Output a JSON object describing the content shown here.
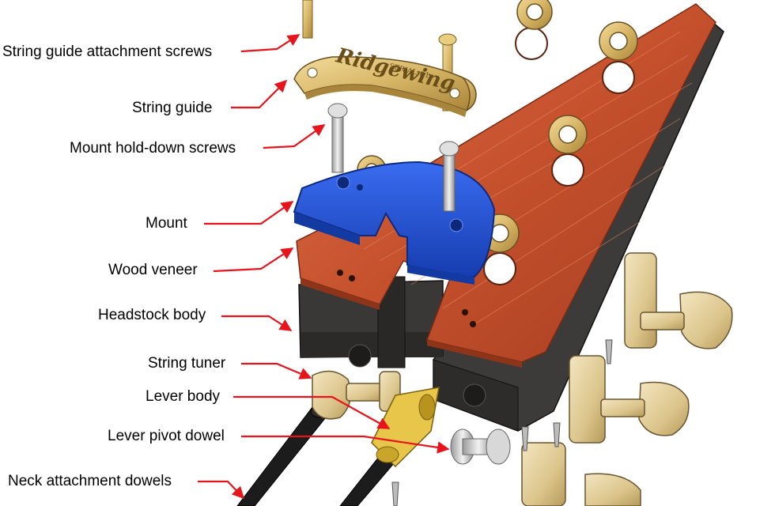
{
  "labels": {
    "string_guide_attachment_screws": "String guide attachment screws",
    "string_guide": "String guide",
    "mount_hold_down_screws": "Mount hold-down screws",
    "mount": "Mount",
    "wood_veneer": "Wood veneer",
    "headstock_body": "Headstock body",
    "string_tuner": "String tuner",
    "lever_body": "Lever body",
    "lever_pivot_dowel": "Lever pivot dowel",
    "neck_attachment_dowels": "Neck attachment dowels"
  },
  "engraving": {
    "brand": "Ridgewing",
    "serial": "SERIAL #1"
  },
  "colors": {
    "leader_arrows": "#e8141c",
    "veneer": "#c8512b",
    "headstock_body": "#3c3a38",
    "mount": "#1f4fd8",
    "brass": "#d8b86a",
    "tuner": "#e2cf9e",
    "dowel": "#1c1c1c",
    "steel": "#c9c9c9"
  }
}
